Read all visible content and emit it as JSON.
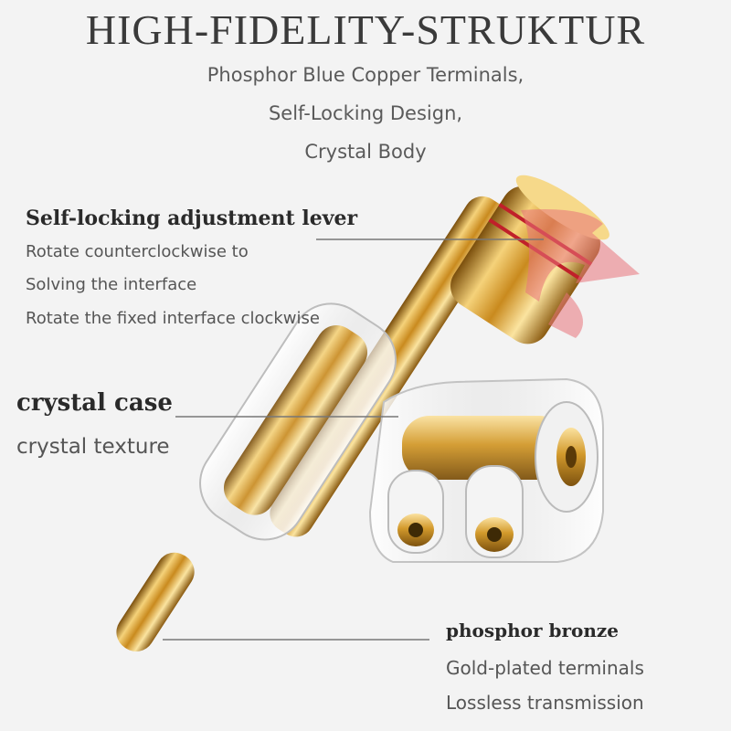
{
  "heading": {
    "title": "HIGH-FIDELITY-STRUKTUR",
    "lines": [
      "Phosphor Blue Copper Terminals,",
      "Self-Locking Design,",
      "Crystal Body"
    ]
  },
  "callouts": {
    "lever": {
      "title": "Self-locking adjustment lever",
      "lines": [
        "Rotate counterclockwise to",
        "Solving the interface",
        "Rotate the fixed interface clockwise"
      ]
    },
    "case": {
      "title": "crystal case",
      "lines": [
        "crystal texture"
      ]
    },
    "bronze": {
      "title": "phosphor bronze",
      "lines": [
        "Gold-plated terminals",
        "Lossless transmission"
      ]
    }
  },
  "colors": {
    "background": "#f3f3f3",
    "gold": "#d9a52c",
    "red_arrow": "#e8737a"
  }
}
